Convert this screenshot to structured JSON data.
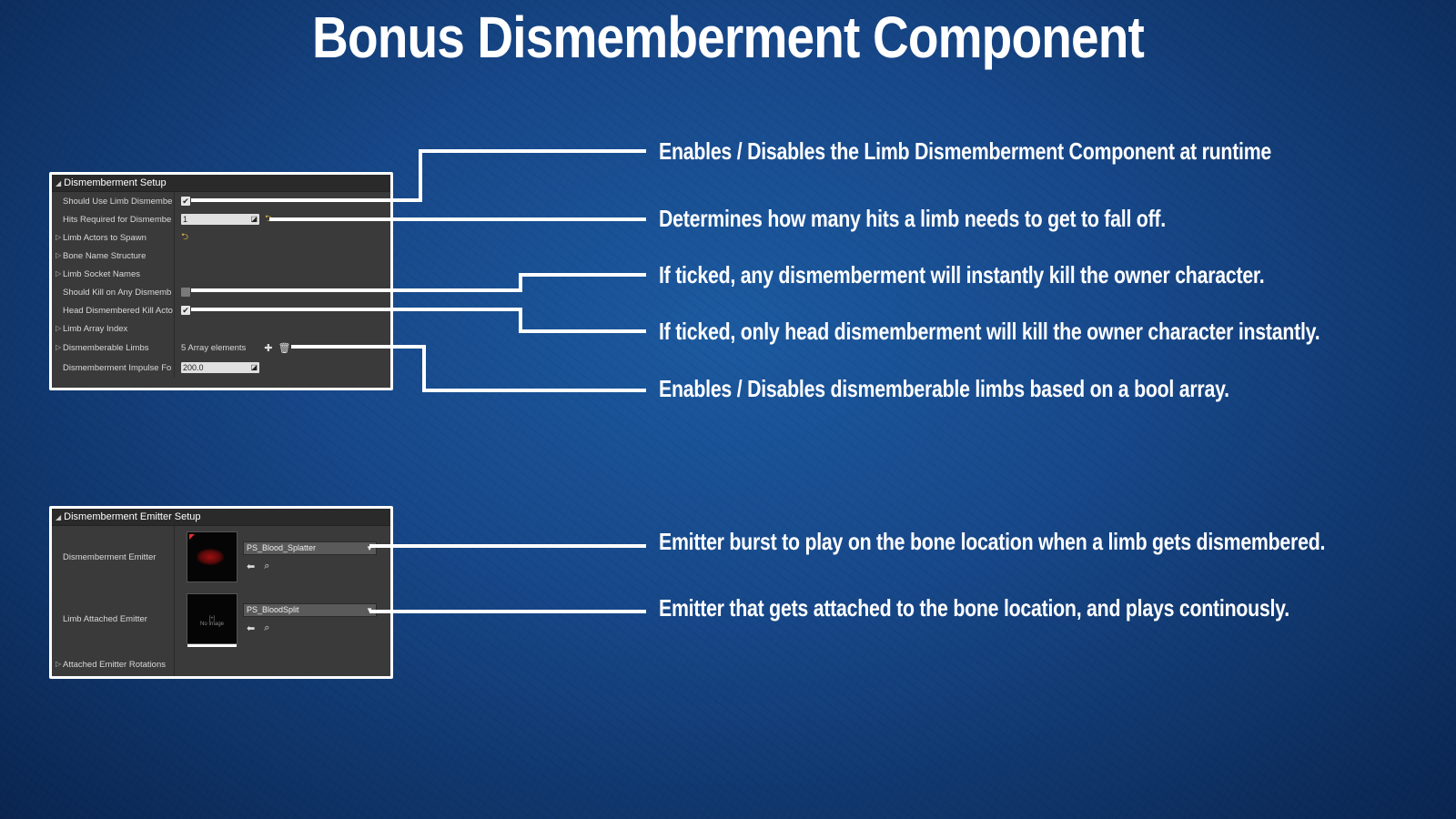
{
  "title": "Bonus Dismemberment Component",
  "setup_panel": {
    "header": "Dismemberment Setup",
    "rows": [
      {
        "label": "Should Use Limb Dismembe",
        "expandable": false
      },
      {
        "label": "Hits Required for Dismembe",
        "expandable": false,
        "value": "1"
      },
      {
        "label": "Limb Actors to Spawn",
        "expandable": true
      },
      {
        "label": "Bone Name Structure",
        "expandable": true
      },
      {
        "label": "Limb Socket Names",
        "expandable": true
      },
      {
        "label": "Should Kill on Any Dismemb",
        "expandable": false
      },
      {
        "label": "Head Dismembered Kill Acto",
        "expandable": false
      },
      {
        "label": "Limb Array Index",
        "expandable": true
      },
      {
        "label": "Dismemberable Limbs",
        "expandable": true,
        "value": "5 Array elements"
      },
      {
        "label": "Dismemberment Impulse Fo",
        "expandable": false,
        "value": "200.0"
      }
    ]
  },
  "emitter_panel": {
    "header": "Dismemberment Emitter Setup",
    "rows": [
      {
        "label": "Dismemberment Emitter",
        "asset": "PS_Blood_Splatter"
      },
      {
        "label": "Limb Attached Emitter",
        "asset": "PS_BloodSplit",
        "thumb_text": "No Image"
      },
      {
        "label": "Attached Emitter Rotations"
      }
    ]
  },
  "callouts": [
    "Enables / Disables the Limb Dismemberment Component at runtime",
    "Determines how many hits a limb needs to get to fall off.",
    "If ticked, any dismemberment will instantly kill the owner character.",
    "If ticked, only head dismemberment will kill the owner character instantly.",
    "Enables / Disables  dismemberable limbs based on a bool array.",
    "Emitter burst to play on the bone location when a limb gets dismembered.",
    "Emitter that gets attached to the bone location, and plays continously."
  ]
}
